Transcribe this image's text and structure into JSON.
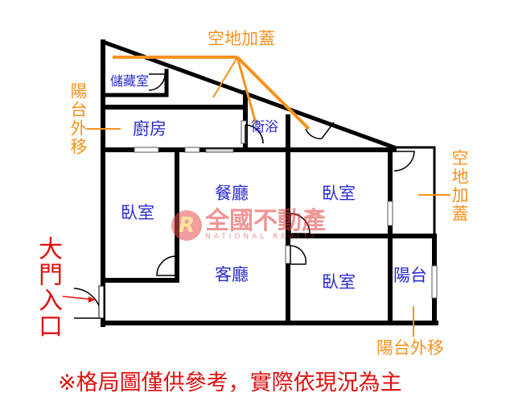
{
  "annotations": {
    "top_extension": "空地加蓋",
    "left_balcony_moved": "陽台外移",
    "right_extension": "空地加蓋",
    "entrance": "大門入口",
    "bottom_balcony_moved": "陽台外移",
    "disclaimer": "※格局圖僅供參考，實際依現況為主"
  },
  "rooms": {
    "storage": "儲藏室",
    "kitchen": "廚房",
    "bathroom": "衛浴",
    "dining": "餐廳",
    "living": "客廳",
    "bedroom_left": "臥室",
    "bedroom_right_top": "臥室",
    "bedroom_right_bottom": "臥室",
    "balcony": "陽台"
  },
  "watermark": {
    "chinese": "全國不動產",
    "english": "NATIONAL REALTY",
    "logo": "R"
  },
  "colors": {
    "wall": "#000000",
    "room_text": "#2a2ad0",
    "annotation": "#f5921e",
    "alert": "#e01010"
  }
}
